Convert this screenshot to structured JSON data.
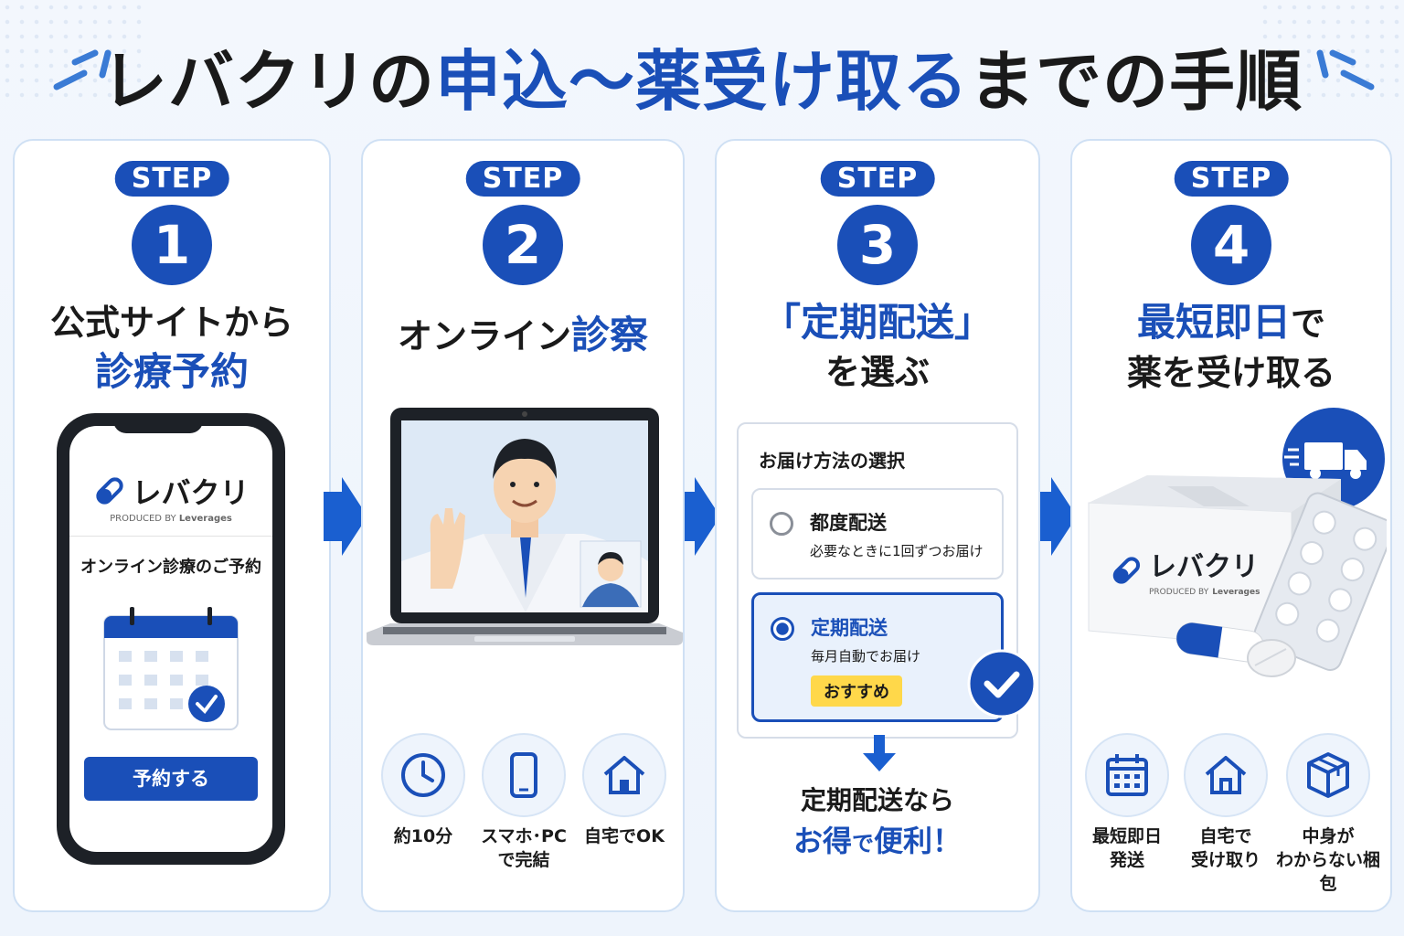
{
  "title": {
    "part1": "レバクリの",
    "part2": "申込〜薬受け取る",
    "part3": "までの手順"
  },
  "step_label": "STEP",
  "steps": [
    {
      "num": "1",
      "heading_l1": "公式サイトから",
      "heading_l2": "診療予約"
    },
    {
      "num": "2",
      "heading_plain": "オンライン",
      "heading_blue": "診察"
    },
    {
      "num": "3",
      "heading_l1": "「定期配送」",
      "heading_l2": "を選ぶ"
    },
    {
      "num": "4",
      "heading_blue": "最短即日",
      "heading_plain": "で",
      "heading_l2": "薬を受け取る"
    }
  ],
  "brand": {
    "name": "レバクリ",
    "produced_by": "PRODUCED BY",
    "company": "Leverages"
  },
  "phone": {
    "title": "オンライン診療のご予約",
    "button": "予約する"
  },
  "step2_features": [
    {
      "icon": "clock-icon",
      "label": "約10分"
    },
    {
      "icon": "smartphone-icon",
      "label": "スマホ･PC\nで完結"
    },
    {
      "icon": "house-icon",
      "label": "自宅でOK"
    }
  ],
  "delivery": {
    "title": "お届け方法の選択",
    "option1": {
      "label": "都度配送",
      "desc": "必要なときに1回ずつお届け"
    },
    "option2": {
      "label": "定期配送",
      "desc": "毎月自動でお届け",
      "badge": "おすすめ"
    },
    "benefit_l1": "定期配送なら",
    "benefit_blue1": "お得",
    "benefit_mid": "で",
    "benefit_blue2": "便利！"
  },
  "step4_features": [
    {
      "icon": "calendar-icon",
      "label": "最短即日\n発送"
    },
    {
      "icon": "house-icon",
      "label": "自宅で\n受け取り"
    },
    {
      "icon": "box-icon",
      "label": "中身が\nわからない梱包"
    }
  ],
  "colors": {
    "primary": "#1a4fb8",
    "accent_yellow": "#ffd84a",
    "card_border": "#cfe0f4"
  }
}
